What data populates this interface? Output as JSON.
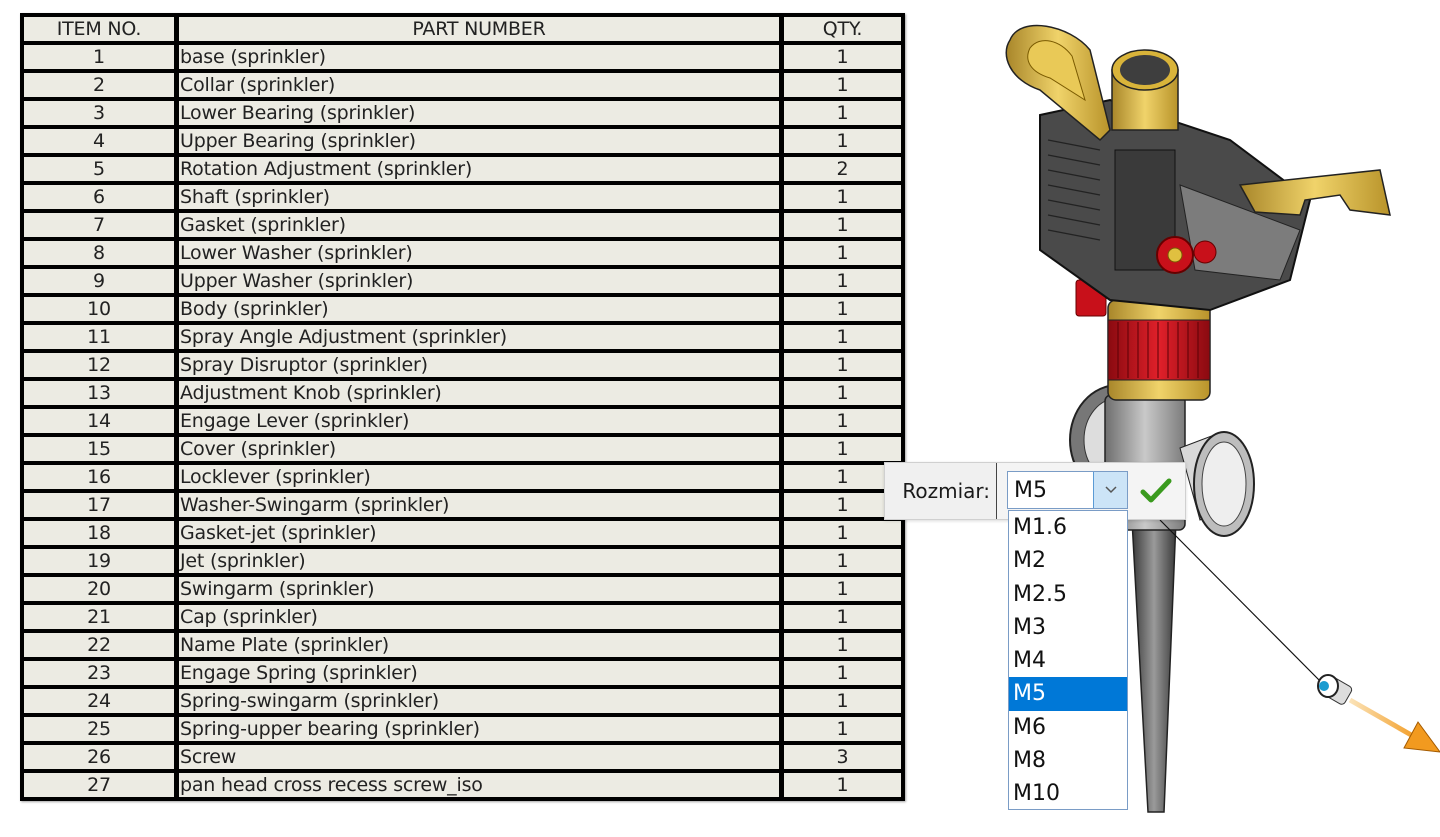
{
  "bom": {
    "headers": {
      "item_no": "ITEM NO.",
      "part_number": "PART NUMBER",
      "qty": "QTY."
    },
    "rows": [
      {
        "item": "1",
        "part": "base (sprinkler)",
        "qty": "1"
      },
      {
        "item": "2",
        "part": "Collar (sprinkler)",
        "qty": "1"
      },
      {
        "item": "3",
        "part": "Lower Bearing (sprinkler)",
        "qty": "1"
      },
      {
        "item": "4",
        "part": "Upper Bearing (sprinkler)",
        "qty": "1"
      },
      {
        "item": "5",
        "part": "Rotation Adjustment (sprinkler)",
        "qty": "2"
      },
      {
        "item": "6",
        "part": "Shaft (sprinkler)",
        "qty": "1"
      },
      {
        "item": "7",
        "part": "Gasket (sprinkler)",
        "qty": "1"
      },
      {
        "item": "8",
        "part": "Lower Washer (sprinkler)",
        "qty": "1"
      },
      {
        "item": "9",
        "part": "Upper Washer (sprinkler)",
        "qty": "1"
      },
      {
        "item": "10",
        "part": "Body (sprinkler)",
        "qty": "1"
      },
      {
        "item": "11",
        "part": "Spray Angle Adjustment (sprinkler)",
        "qty": "1"
      },
      {
        "item": "12",
        "part": "Spray Disruptor (sprinkler)",
        "qty": "1"
      },
      {
        "item": "13",
        "part": "Adjustment Knob (sprinkler)",
        "qty": "1"
      },
      {
        "item": "14",
        "part": "Engage Lever (sprinkler)",
        "qty": "1"
      },
      {
        "item": "15",
        "part": "Cover (sprinkler)",
        "qty": "1"
      },
      {
        "item": "16",
        "part": "Locklever (sprinkler)",
        "qty": "1"
      },
      {
        "item": "17",
        "part": "Washer-Swingarm (sprinkler)",
        "qty": "1"
      },
      {
        "item": "18",
        "part": "Gasket-jet (sprinkler)",
        "qty": "1"
      },
      {
        "item": "19",
        "part": "Jet (sprinkler)",
        "qty": "1"
      },
      {
        "item": "20",
        "part": "Swingarm (sprinkler)",
        "qty": "1"
      },
      {
        "item": "21",
        "part": "Cap (sprinkler)",
        "qty": "1"
      },
      {
        "item": "22",
        "part": "Name Plate (sprinkler)",
        "qty": "1"
      },
      {
        "item": "23",
        "part": "Engage Spring (sprinkler)",
        "qty": "1"
      },
      {
        "item": "24",
        "part": "Spring-swingarm (sprinkler)",
        "qty": "1"
      },
      {
        "item": "25",
        "part": "Spring-upper bearing (sprinkler)",
        "qty": "1"
      },
      {
        "item": "26",
        "part": "Screw",
        "qty": "3"
      },
      {
        "item": "27",
        "part": "pan head cross recess screw_iso",
        "qty": "1"
      }
    ]
  },
  "size_popup": {
    "label": "Rozmiar:",
    "selected": "M5",
    "options": [
      "M1.6",
      "M2",
      "M2.5",
      "M3",
      "M4",
      "M5",
      "M6",
      "M8",
      "M10"
    ],
    "selected_index": 5,
    "confirm_icon": "checkmark-icon",
    "colors": {
      "highlight": "#0078d7",
      "check": "#3a9a1e",
      "caret_bg": "#cce4f7"
    }
  },
  "model": {
    "icons": [
      "sprinkler-assembly",
      "screw-preview-icon",
      "direction-arrow-icon"
    ],
    "colors": {
      "gold": "#d9b43a",
      "dark": "#4a4a4a",
      "red": "#c8101a",
      "arrow": "#f29a1f",
      "dot": "#1a9bd0"
    }
  }
}
